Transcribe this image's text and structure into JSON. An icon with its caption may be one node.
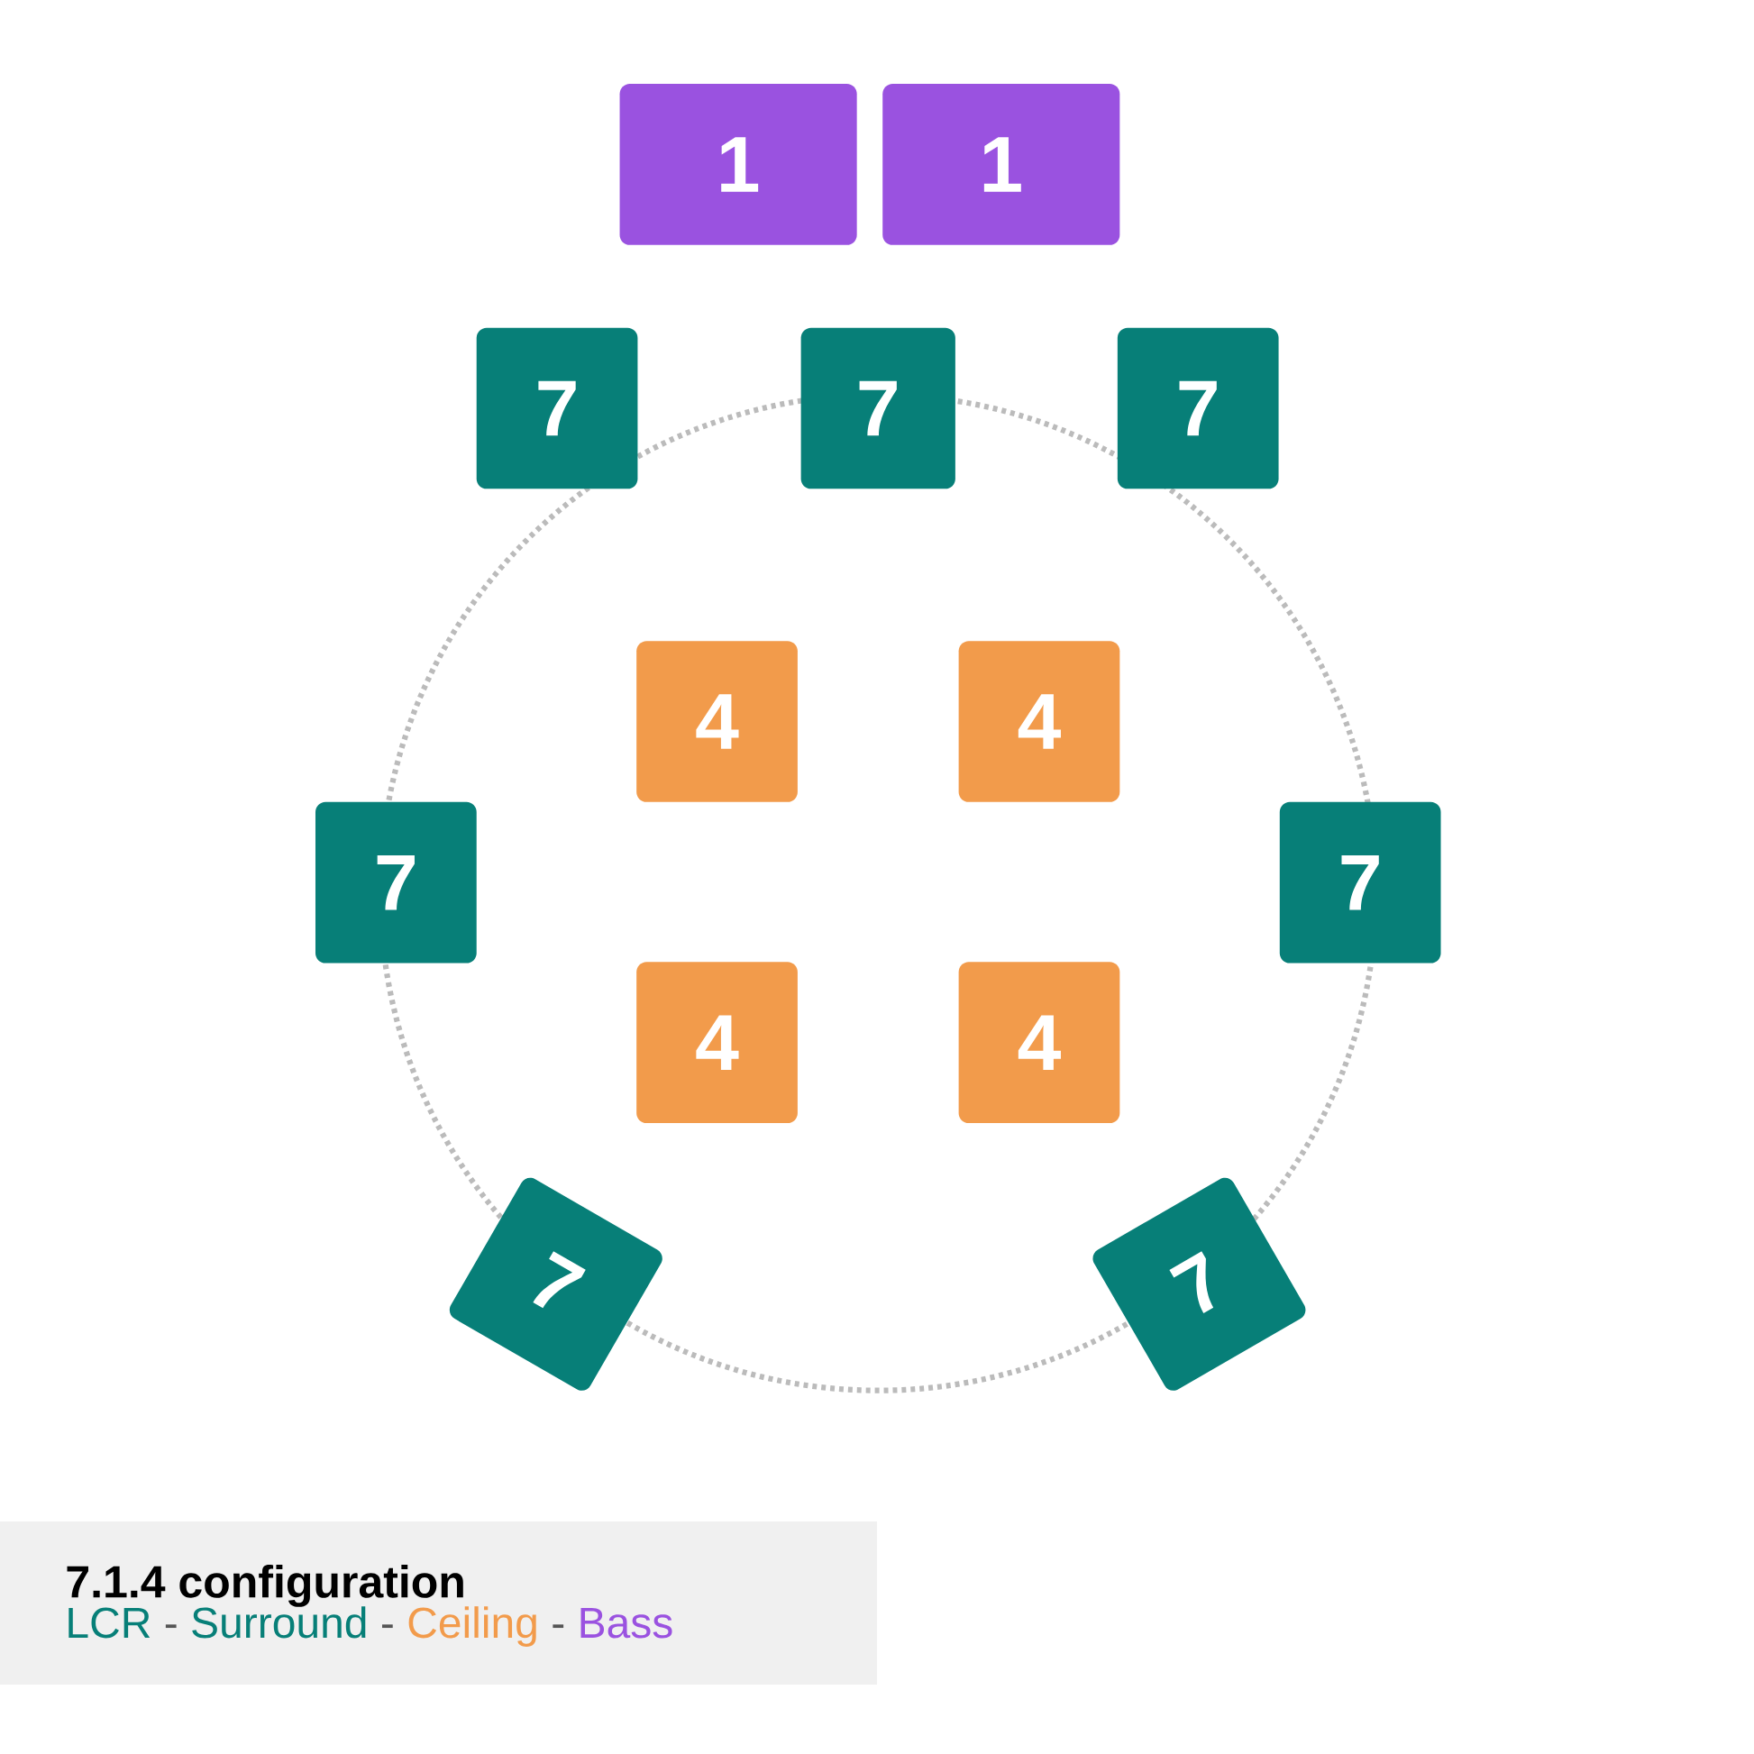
{
  "diagram": {
    "title": "7.1.4 configuration",
    "nodes": [
      {
        "text": [
          "1"
        ]
      },
      {
        "text": [
          "1"
        ]
      },
      {
        "text": [
          "7"
        ]
      },
      {
        "text": [
          "7"
        ]
      },
      {
        "text": [
          "7"
        ]
      },
      {
        "text": [
          "4"
        ]
      },
      {
        "text": [
          "4"
        ]
      },
      {
        "text": [
          "7"
        ]
      },
      {
        "text": [
          "7"
        ]
      },
      {
        "text": [
          "4"
        ]
      },
      {
        "text": [
          "4"
        ]
      },
      {
        "text": [
          "7"
        ]
      },
      {
        "text": [
          "7"
        ]
      }
    ],
    "labels": [
      "-",
      "-",
      "-"
    ],
    "legend": [
      {
        "text": "LCR",
        "color": "#077f78"
      },
      {
        "text": "Surround",
        "color": "#077f78"
      },
      {
        "text": "Ceiling",
        "color": "#f29b4b"
      },
      {
        "text": "Bass",
        "color": "#9a52e0"
      }
    ]
  }
}
